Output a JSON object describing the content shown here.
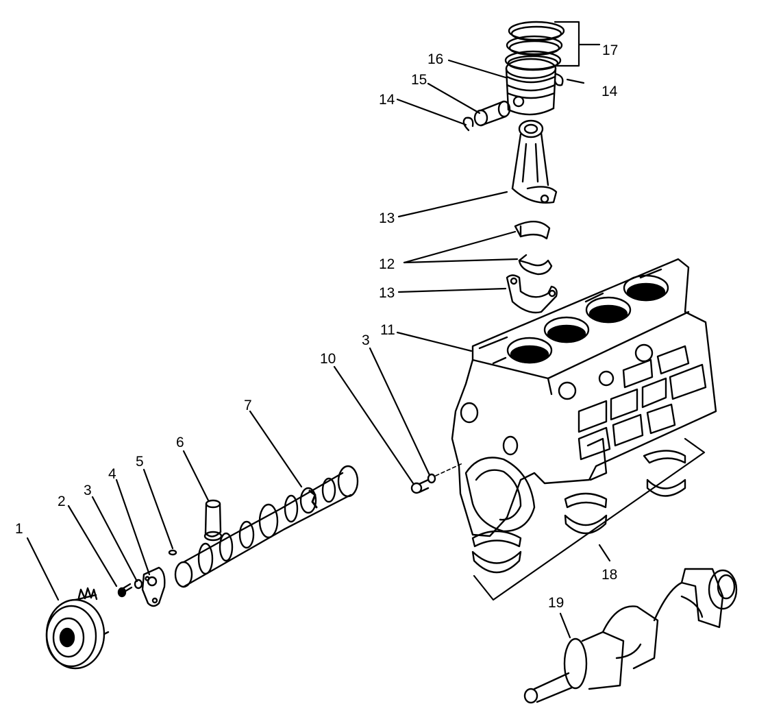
{
  "diagram": {
    "type": "exploded-parts-illustration",
    "subject": "engine block, camshaft, piston and crankshaft assembly",
    "line_color": "#000000",
    "background": "#ffffff",
    "callouts": {
      "c1": "1",
      "c2": "2",
      "c3a": "3",
      "c3b": "3",
      "c4": "4",
      "c5": "5",
      "c6": "6",
      "c7": "7",
      "c10": "10",
      "c11": "11",
      "c12": "12",
      "c13a": "13",
      "c13b": "13",
      "c14a": "14",
      "c14b": "14",
      "c15": "15",
      "c16": "16",
      "c17": "17",
      "c18": "18",
      "c19": "19"
    }
  }
}
